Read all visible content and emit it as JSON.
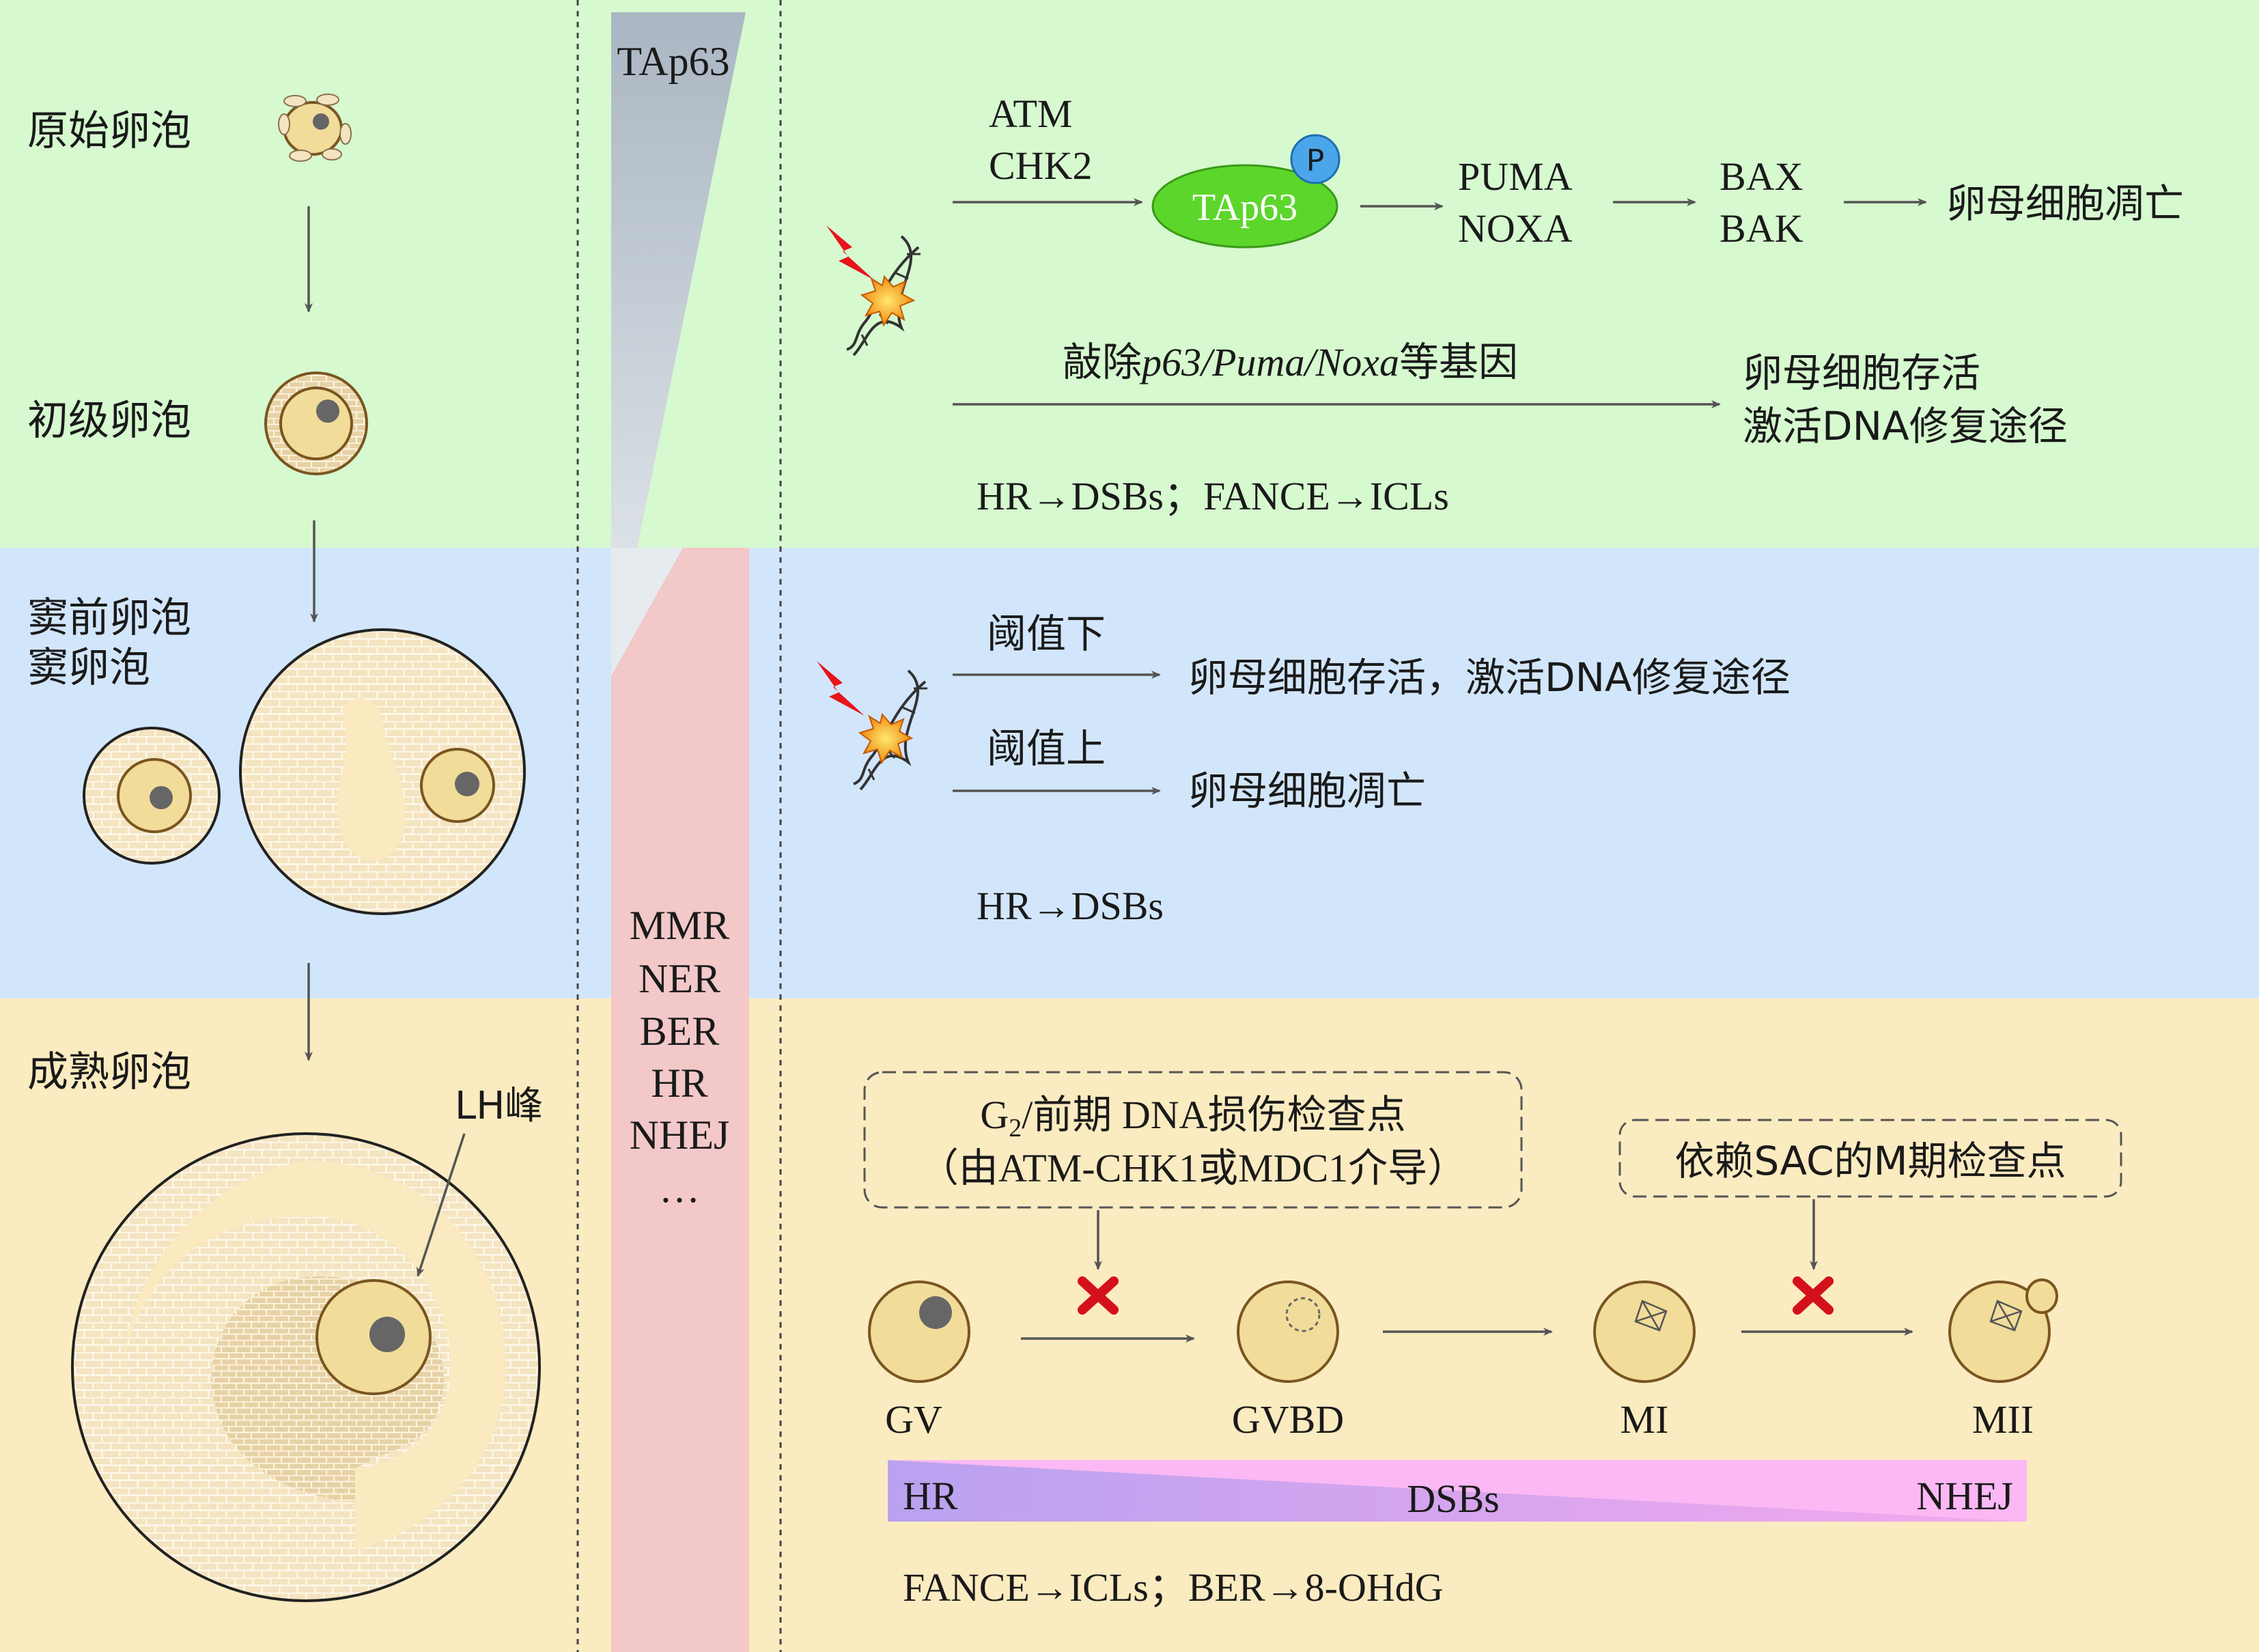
{
  "stages": {
    "primordial": "原始卵泡",
    "primary": "初级卵泡",
    "preantral_antral_1": "窦前卵泡",
    "preantral_antral_2": "窦卵泡",
    "mature": "成熟卵泡",
    "lh_surge": "LH峰"
  },
  "middle": {
    "tap63": "TAp63",
    "repair_pathways": [
      "MMR",
      "NER",
      "BER",
      "HR",
      "NHEJ",
      "…"
    ]
  },
  "top_panel": {
    "kinase_1": "ATM",
    "kinase_2": "CHK2",
    "node_tap63": "TAp63",
    "phospho": "P",
    "targets_1": "PUMA",
    "targets_2": "NOXA",
    "effectors_1": "BAX",
    "effectors_2": "BAK",
    "outcome_apoptosis": "卵母细胞凋亡",
    "knockout_pre": "敲除",
    "knockout_genes": "p63/Puma/Noxa",
    "knockout_post": "等基因",
    "outcome_survival_1": "卵母细胞存活",
    "outcome_survival_2": "激活DNA修复途径",
    "repair_note": "HR→DSBs；FANCE→ICLs"
  },
  "mid_panel": {
    "below_threshold": "阈值下",
    "below_outcome": "卵母细胞存活，激活DNA修复途径",
    "above_threshold": "阈值上",
    "above_outcome": "卵母细胞凋亡",
    "repair_note": "HR→DSBs"
  },
  "bottom_panel": {
    "checkpoint_1_line1_pre": "G",
    "checkpoint_1_line1_sub": "2",
    "checkpoint_1_line1_post": "/前期 DNA损伤检查点",
    "checkpoint_1_line2": "（由ATM-CHK1或MDC1介导）",
    "checkpoint_2": "依赖SAC的M期检查点",
    "stages": [
      "GV",
      "GVBD",
      "MI",
      "MII"
    ],
    "gradient_left": "HR",
    "gradient_mid": "DSBs",
    "gradient_right": "NHEJ",
    "repair_note": "FANCE→ICLs；BER→8-OHdG"
  },
  "colors": {
    "green_bg": "#d6f9cf",
    "blue_bg": "#d2e6fb",
    "yellow_bg": "#fbebc0",
    "pink_bar": "#f2c8c8",
    "tap63_node": "#5dd62c",
    "phospho": "#4aa5ea",
    "oocyte": "#f1dc9a",
    "cross": "#d4111a"
  }
}
